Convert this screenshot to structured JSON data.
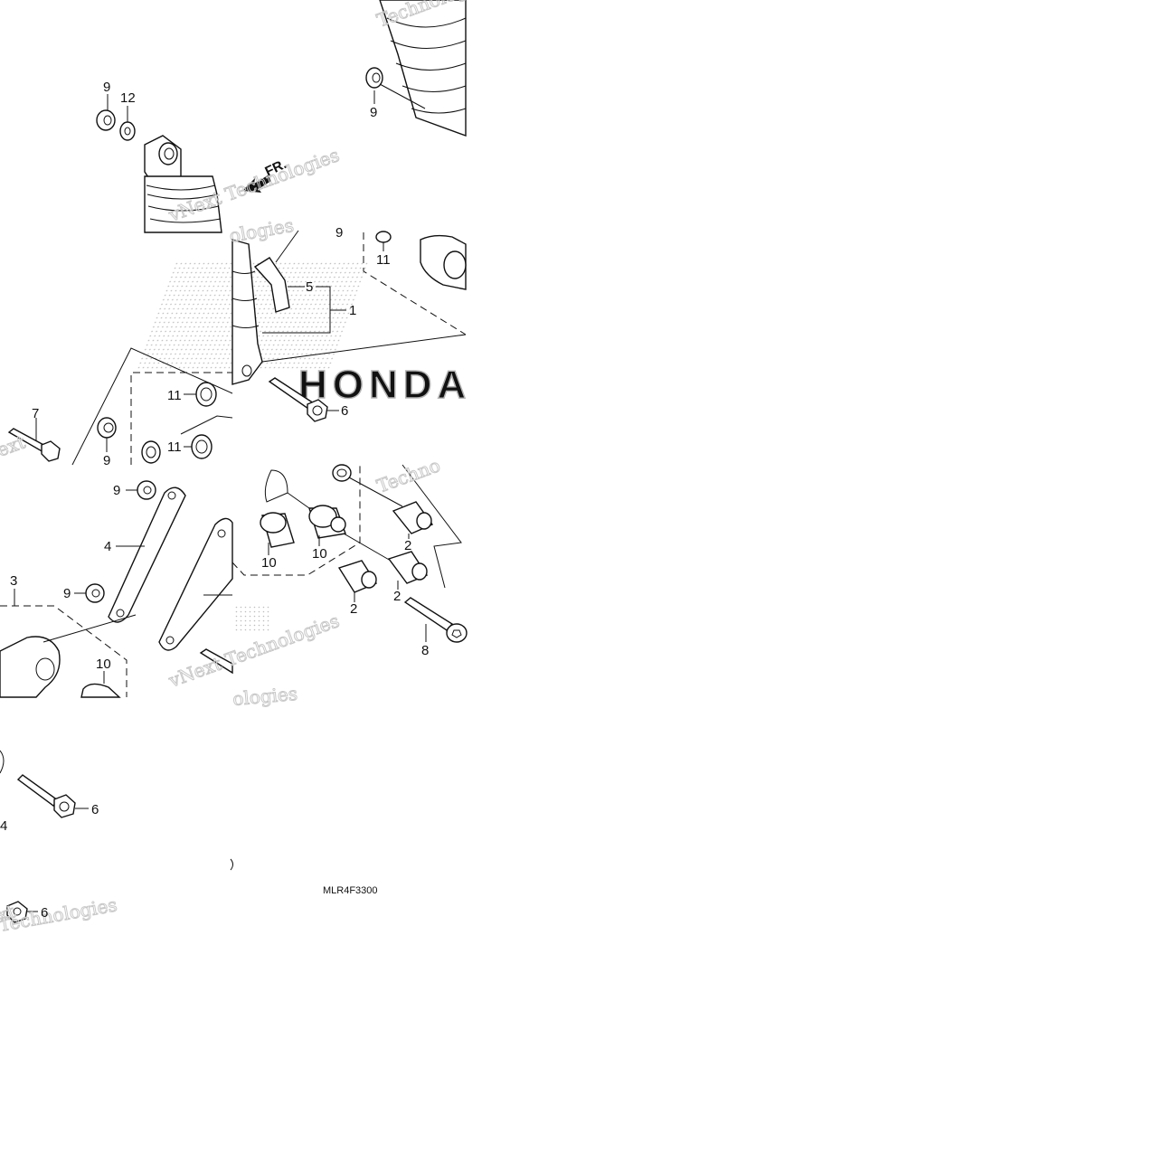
{
  "diagram": {
    "code": "MLR4F3300",
    "brand_watermark": "HONDA",
    "watermarks": [
      "vNext Technologies",
      "Technologies",
      "Techno",
      "xt",
      "ext",
      "ologies"
    ],
    "direction_label": "FR.",
    "callouts": [
      {
        "id": "c9a",
        "text": "9"
      },
      {
        "id": "c12",
        "text": "12"
      },
      {
        "id": "c9b",
        "text": "9"
      },
      {
        "id": "c11a",
        "text": "11"
      },
      {
        "id": "c5",
        "text": "5"
      },
      {
        "id": "c1",
        "text": "1"
      },
      {
        "id": "c11b",
        "text": "11"
      },
      {
        "id": "c11c",
        "text": "11"
      },
      {
        "id": "c6a",
        "text": "6"
      },
      {
        "id": "c7",
        "text": "7"
      },
      {
        "id": "c9c",
        "text": "9"
      },
      {
        "id": "c9d",
        "text": "9"
      },
      {
        "id": "c4a",
        "text": "4"
      },
      {
        "id": "c9e",
        "text": "9"
      },
      {
        "id": "c3",
        "text": "3"
      },
      {
        "id": "c10a",
        "text": "10"
      },
      {
        "id": "c10b",
        "text": "10"
      },
      {
        "id": "c10c",
        "text": "10"
      },
      {
        "id": "c2a",
        "text": "2"
      },
      {
        "id": "c2b",
        "text": "2"
      },
      {
        "id": "c2c",
        "text": "2"
      },
      {
        "id": "c8",
        "text": "8"
      },
      {
        "id": "c6b",
        "text": "6"
      },
      {
        "id": "c4b",
        "text": "4"
      },
      {
        "id": "c6c",
        "text": "6"
      },
      {
        "id": "c9f",
        "text": "9"
      }
    ]
  }
}
